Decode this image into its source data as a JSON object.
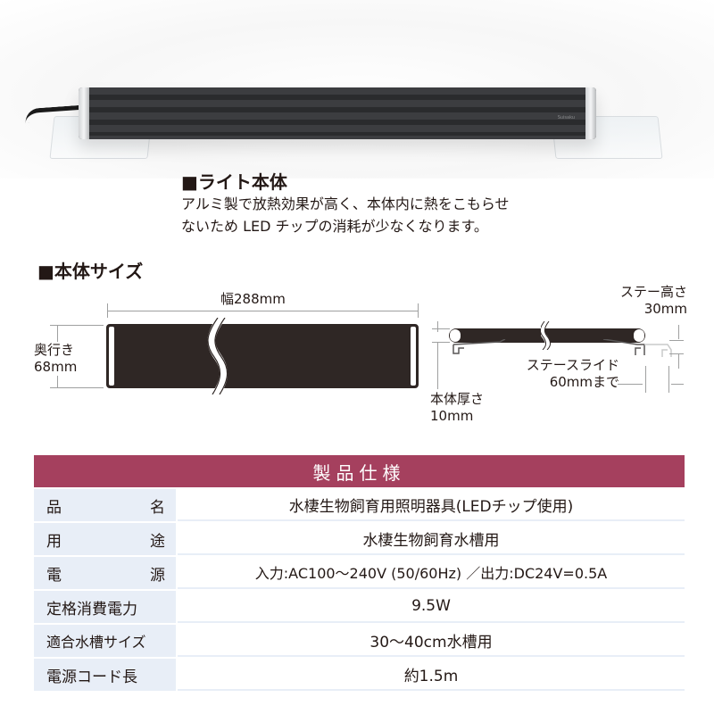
{
  "product_photo": {
    "brand_mark": "Suisaku",
    "alt": "aquarium LED light with clear acrylic stays"
  },
  "light_section": {
    "heading": "■ライト本体",
    "description_line1": "アルミ製で放熱効果が高く、本体内に熱をこもらせ",
    "description_line2": "ないため LED チップの消耗が少なくなります。"
  },
  "size_section": {
    "heading": "■本体サイズ",
    "width_label": "幅288mm",
    "depth_label_line1": "奥行き",
    "depth_label_line2": "68mm",
    "stay_height_line1": "ステー高さ",
    "stay_height_line2": "30mm",
    "stay_slide_line1": "ステースライド",
    "stay_slide_line2": "60mmまで",
    "thickness_line1": "本体厚さ",
    "thickness_line2": "10mm"
  },
  "spec_table": {
    "title": "製品仕様",
    "header_color": "#a5405e",
    "label_bg_color": "#e8eef7",
    "rows": [
      {
        "label_a": "品",
        "label_b": "名",
        "value": "水棲生物飼育用照明器具(LEDチップ使用)"
      },
      {
        "label_a": "用",
        "label_b": "途",
        "value": "水棲生物飼育水槽用"
      },
      {
        "label_a": "電",
        "label_b": "源",
        "value": "入力:AC100〜240V (50/60Hz) ／出力:DC24V=0.5A"
      },
      {
        "label": "定格消費電力",
        "value": "9.5W"
      },
      {
        "label": "適合水槽サイズ",
        "value": "30〜40cm水槽用"
      },
      {
        "label": "電源コード長",
        "value": "約1.5m"
      }
    ]
  }
}
